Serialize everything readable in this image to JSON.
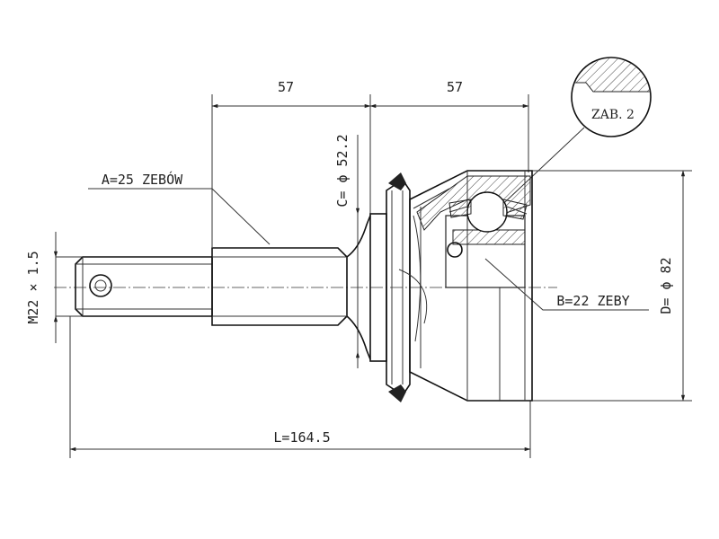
{
  "dimensions": {
    "left_width": "57",
    "right_width": "57",
    "c_label": "C= ϕ 52.2",
    "d_label": "D= ϕ 82",
    "thread_label": "M22 × 1.5",
    "length_label": "L=164.5",
    "a_label": "A=25 ZEBÓW",
    "b_label": "B=22 ZEBY",
    "detail_label": "ZAB. 2"
  }
}
